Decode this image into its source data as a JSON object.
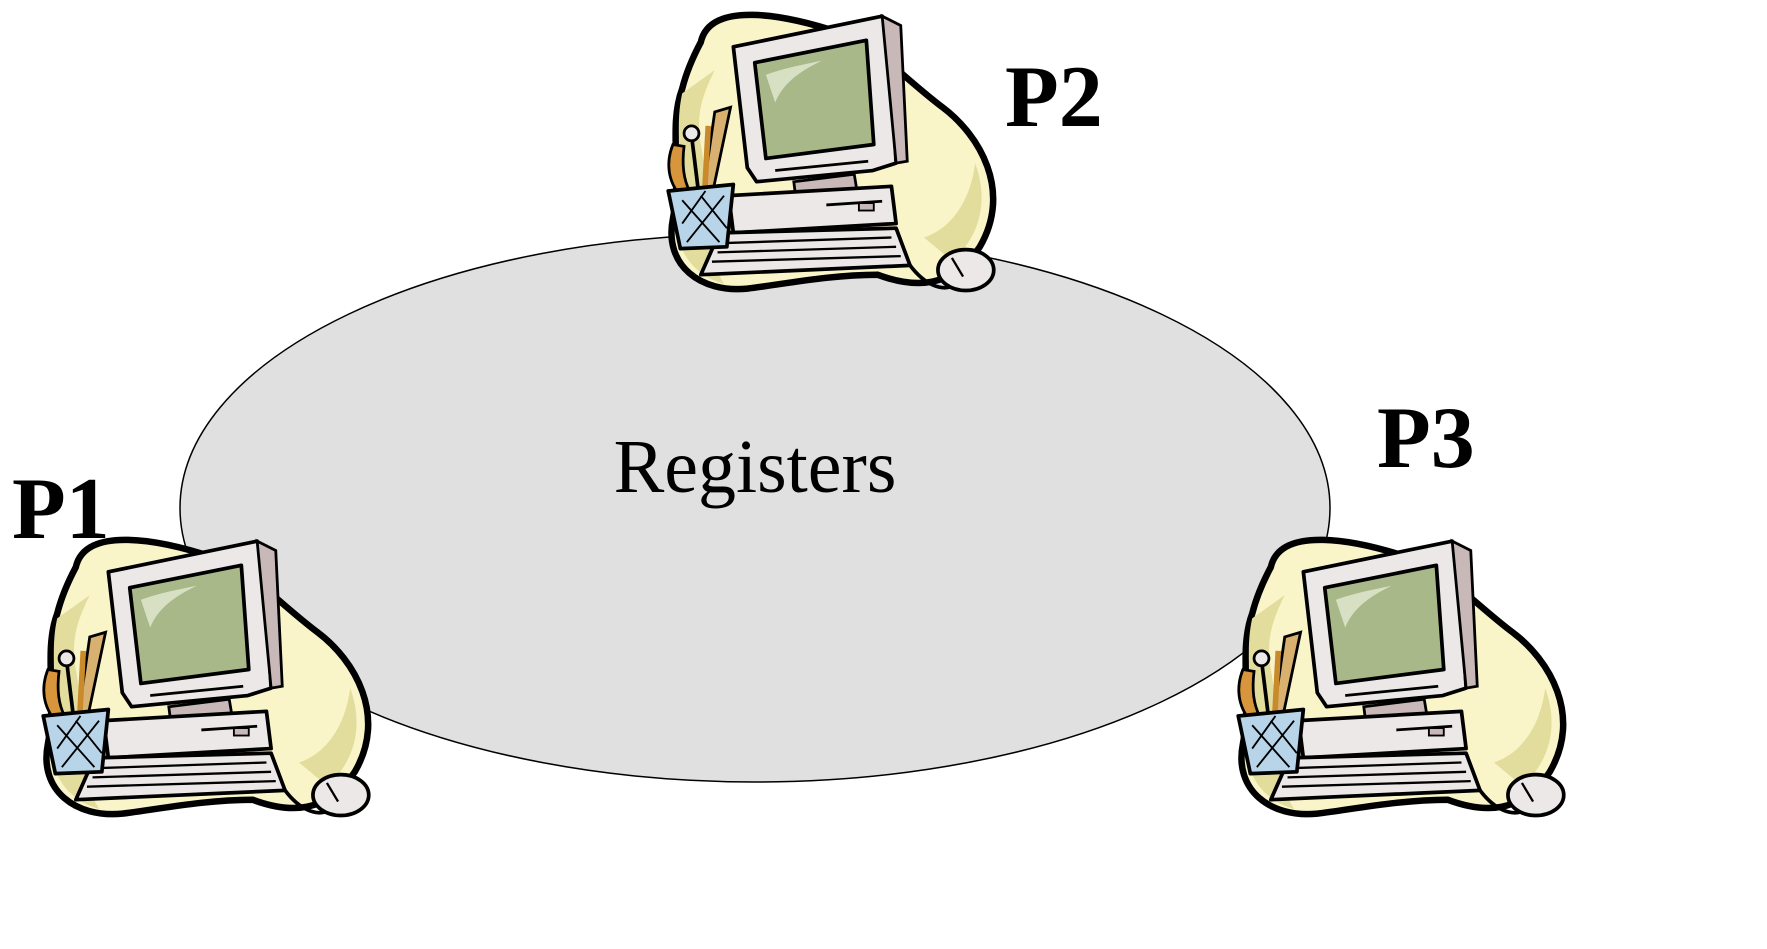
{
  "diagram": {
    "center_label": "Registers",
    "processors": [
      {
        "label": "P1"
      },
      {
        "label": "P2"
      },
      {
        "label": "P3"
      }
    ]
  },
  "colors": {
    "ellipse_fill": "#e0e0e0",
    "blob_fill": "#f9f5c8",
    "blob_shade": "#e2dd9c",
    "case_fill": "#ece8e8",
    "case_shade": "#c9b8b8",
    "screen_fill": "#a8b888",
    "outline": "#000000"
  },
  "icons": {
    "computer": "computer-icon",
    "pencil_cup": "pencil-cup-icon",
    "mouse": "mouse-icon"
  }
}
